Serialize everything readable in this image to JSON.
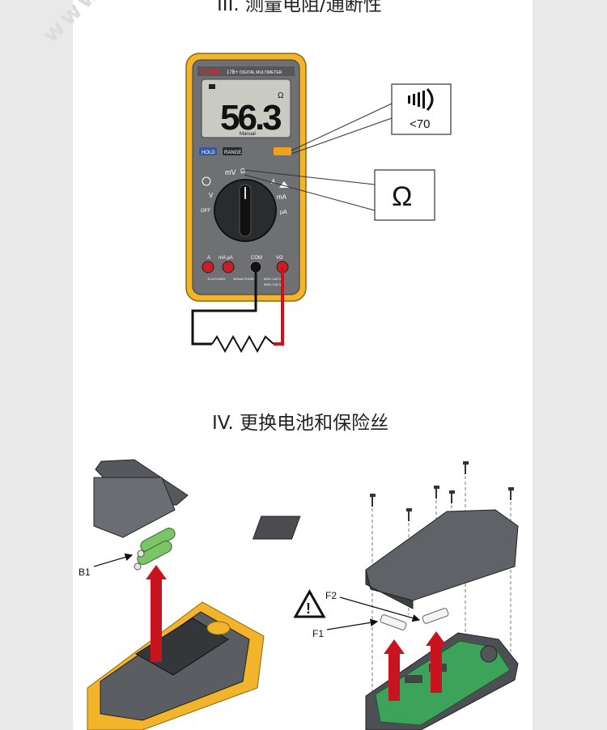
{
  "watermark": "www",
  "sections": [
    {
      "title": "III. 测量电阻/通断性"
    },
    {
      "title": "IV. 更换电池和保险丝"
    }
  ],
  "meter": {
    "brand": "FLUKE",
    "model": "17B+",
    "model_desc": "DIGITAL MULTIMETER",
    "reading": "56.3",
    "unit": "Ω",
    "mode": "Manual",
    "btn_hold": "HOLD",
    "btn_range": "RANGE",
    "dial_mv": "mV",
    "dial_ohm": "Ω",
    "dial_a": "A",
    "dial_ma": "mA",
    "dial_ua": "µA",
    "dial_v": "V",
    "dial_off": "OFF",
    "jack_a": "A",
    "jack_ma": "mA µA",
    "jack_com": "COM",
    "jack_v": "VΩ",
    "fused_1": "10 A FUSED",
    "fused_2": "400mA FUSED",
    "cat_1": "600V CAT II",
    "cat_2": "300V CAT III"
  },
  "callouts": {
    "continuity_threshold": "<70",
    "ohm_symbol": "Ω"
  },
  "labels": {
    "battery": "B1",
    "fuse_1": "F1",
    "fuse_2": "F2"
  },
  "colors": {
    "meter_yellow": "#f2b42a",
    "meter_gray": "#6e7073",
    "arrow_red": "#c8141e",
    "probe_red": "#d0101a",
    "pcb_green": "#3ea35a"
  }
}
